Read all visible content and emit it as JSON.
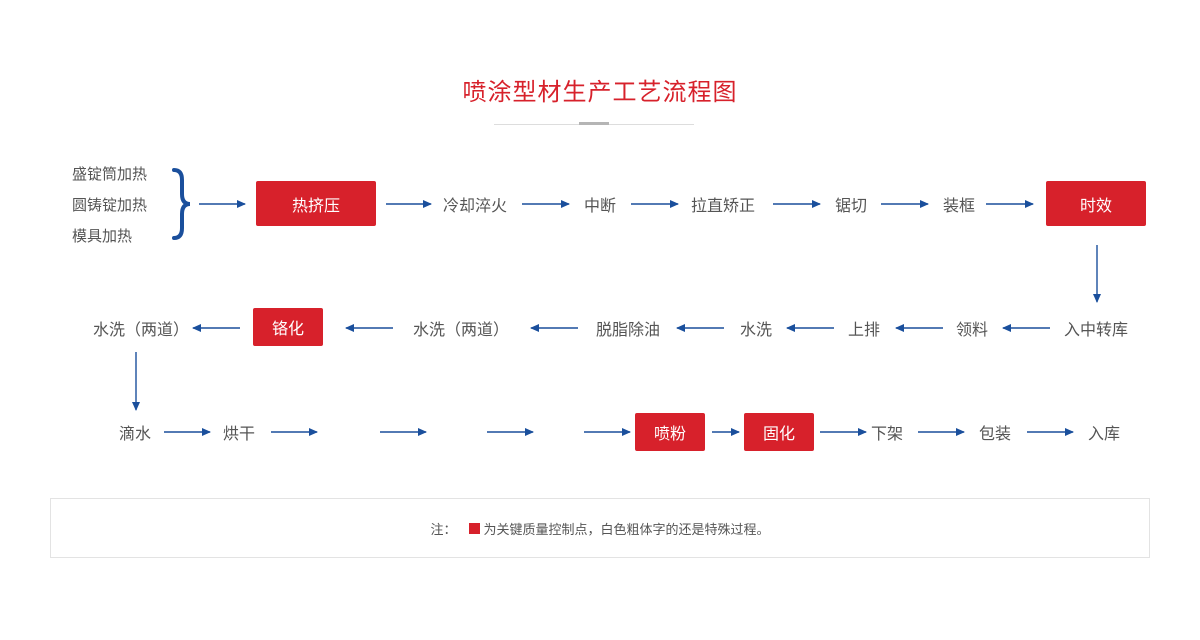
{
  "title": "喷涂型材生产工艺流程图",
  "colors": {
    "accent": "#d7212b",
    "arrow": "#1a4f9c",
    "text": "#555555"
  },
  "sources": [
    "盛锭筒加热",
    "圆铸锭加热",
    "模具加热"
  ],
  "row1": {
    "hot_extrusion": "热挤压",
    "quench": "冷却淬火",
    "cut_middle": "中断",
    "straighten": "拉直矫正",
    "saw": "锯切",
    "frame": "装框",
    "aging": "时效"
  },
  "row2": {
    "enter_transfer": "入中转库",
    "pick": "领料",
    "rack": "上排",
    "wash": "水洗",
    "degrease": "脱脂除油",
    "wash_two_a": "水洗（两道）",
    "chromate": "铬化",
    "wash_two_b": "水洗（两道）"
  },
  "row3": {
    "drip": "滴水",
    "dry": "烘干",
    "spray": "喷粉",
    "cure": "固化",
    "unload": "下架",
    "pack": "包装",
    "store": "入库"
  },
  "note": {
    "prefix": "注：",
    "text": "为关键质量控制点，白色粗体字的还是特殊过程。"
  }
}
